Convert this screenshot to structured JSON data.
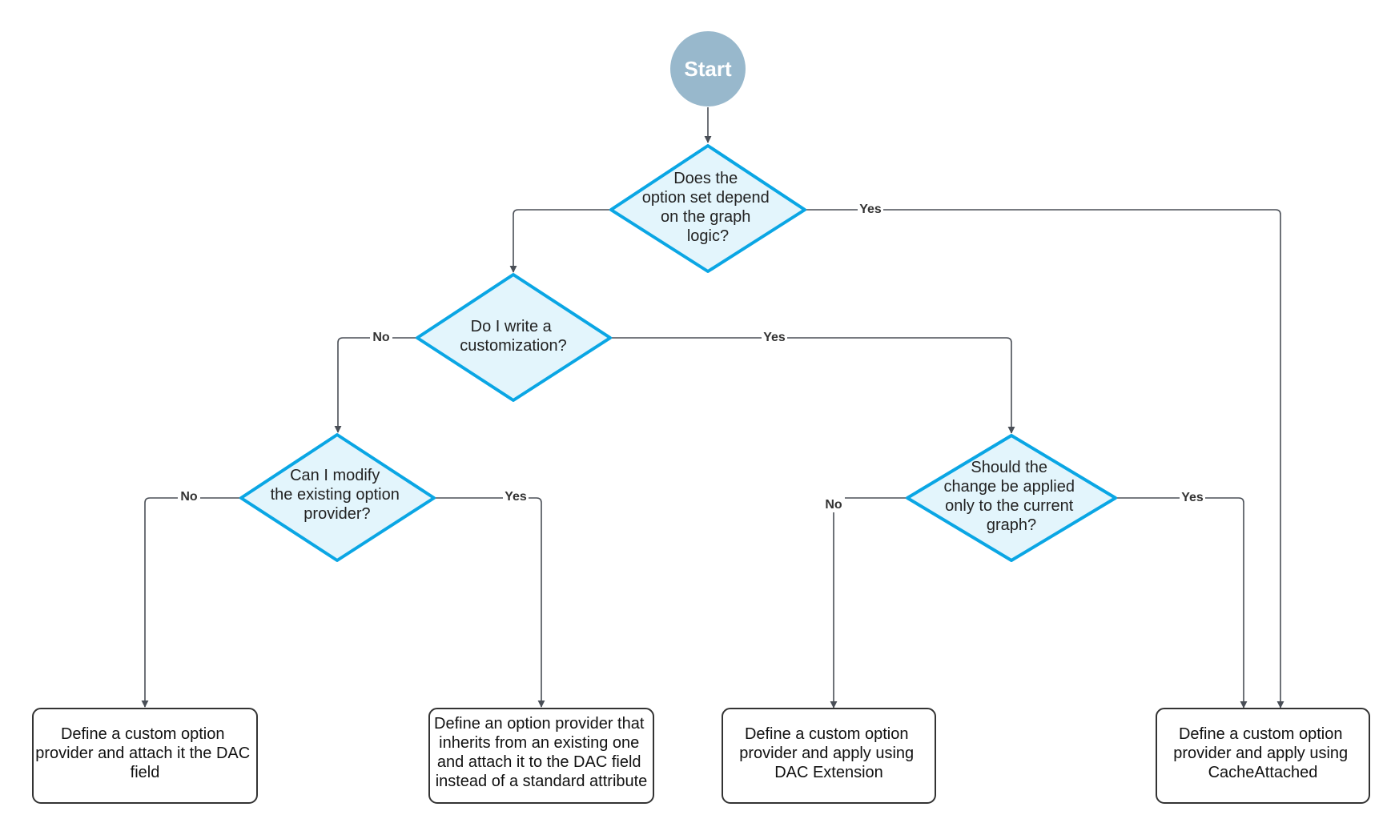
{
  "start": {
    "label": "Start"
  },
  "decisions": {
    "graph_logic": [
      "Does the",
      "option set depend",
      "on the graph",
      "logic?"
    ],
    "customization": [
      "Do I write a",
      "customization?"
    ],
    "modify_provider": [
      "Can I modify",
      "the existing option",
      "provider?"
    ],
    "current_graph": [
      "Should the",
      "change be applied",
      "only to the current",
      "graph?"
    ]
  },
  "outcomes": {
    "custom_attach_dac": [
      "Define a custom option",
      "provider and attach it the DAC",
      "field"
    ],
    "inherit_provider": [
      "Define an option provider that",
      "inherits from an existing one",
      "and attach it to the DAC field",
      "instead of a standard attribute"
    ],
    "dac_extension": [
      "Define a custom option",
      "provider and apply using",
      "DAC Extension"
    ],
    "cache_attached": [
      "Define a custom option",
      "provider and apply using",
      "CacheAttached"
    ]
  },
  "edge_labels": {
    "graph_logic_yes": "Yes",
    "customization_no": "No",
    "customization_yes": "Yes",
    "modify_no": "No",
    "modify_yes": "Yes",
    "current_graph_no": "No",
    "current_graph_yes": "Yes"
  },
  "colors": {
    "start_fill": "#98b8cc",
    "decision_fill": "#e3f5fc",
    "decision_stroke": "#0aa6e4",
    "box_stroke": "#333333",
    "edge_stroke": "#4a4f57"
  }
}
